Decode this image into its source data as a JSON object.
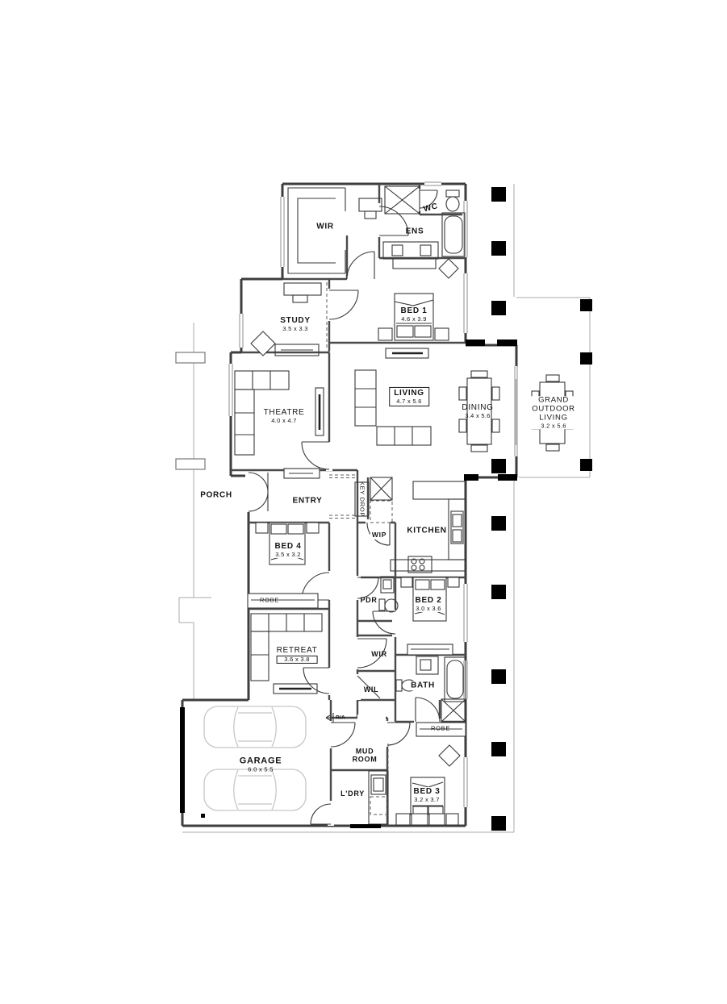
{
  "plan": {
    "drawing_type": "residential floor plan",
    "colors": {
      "wall": "#3d3d3d",
      "interior_wall": "#4a4a4a",
      "post": "#000000",
      "light_line": "#a9a9a9",
      "car_outline": "#c7c7c7",
      "paper": "#ffffff"
    },
    "rooms": [
      {
        "name": "WIR",
        "dims": ""
      },
      {
        "name": "ENS",
        "dims": ""
      },
      {
        "name": "WC",
        "dims": ""
      },
      {
        "name": "BED 1",
        "dims": "4.6 x 3.9"
      },
      {
        "name": "STUDY",
        "dims": "3.5 x 3.3"
      },
      {
        "name": "THEATRE",
        "dims": "4.0 x 4.7"
      },
      {
        "name": "LIVING",
        "dims": "4.7 x 5.6"
      },
      {
        "name": "DINING",
        "dims": "3.4 x 5.6"
      },
      {
        "name": "GRAND OUTDOOR LIVING",
        "dims": "3.2 x 5.6"
      },
      {
        "name": "PORCH",
        "dims": ""
      },
      {
        "name": "ENTRY",
        "dims": ""
      },
      {
        "name": "KEY DROP",
        "dims": ""
      },
      {
        "name": "KITCHEN",
        "dims": ""
      },
      {
        "name": "WIP",
        "dims": ""
      },
      {
        "name": "BED 4",
        "dims": "3.5 x 3.2"
      },
      {
        "name": "ROBE",
        "dims": ""
      },
      {
        "name": "PDR",
        "dims": ""
      },
      {
        "name": "BED 2",
        "dims": "3.0 x 3.6"
      },
      {
        "name": "RETREAT",
        "dims": "3.6 x 3.8"
      },
      {
        "name": "WIR",
        "dims": ""
      },
      {
        "name": "WIL",
        "dims": ""
      },
      {
        "name": "BATH",
        "dims": ""
      },
      {
        "name": "ROBE",
        "dims": ""
      },
      {
        "name": "GARAGE",
        "dims": "6.0 x 5.5"
      },
      {
        "name": "MUD ROOM",
        "dims": ""
      },
      {
        "name": "R/A",
        "dims": ""
      },
      {
        "name": "L'DRY",
        "dims": ""
      },
      {
        "name": "BED 3",
        "dims": "3.2 x 3.7"
      }
    ]
  }
}
